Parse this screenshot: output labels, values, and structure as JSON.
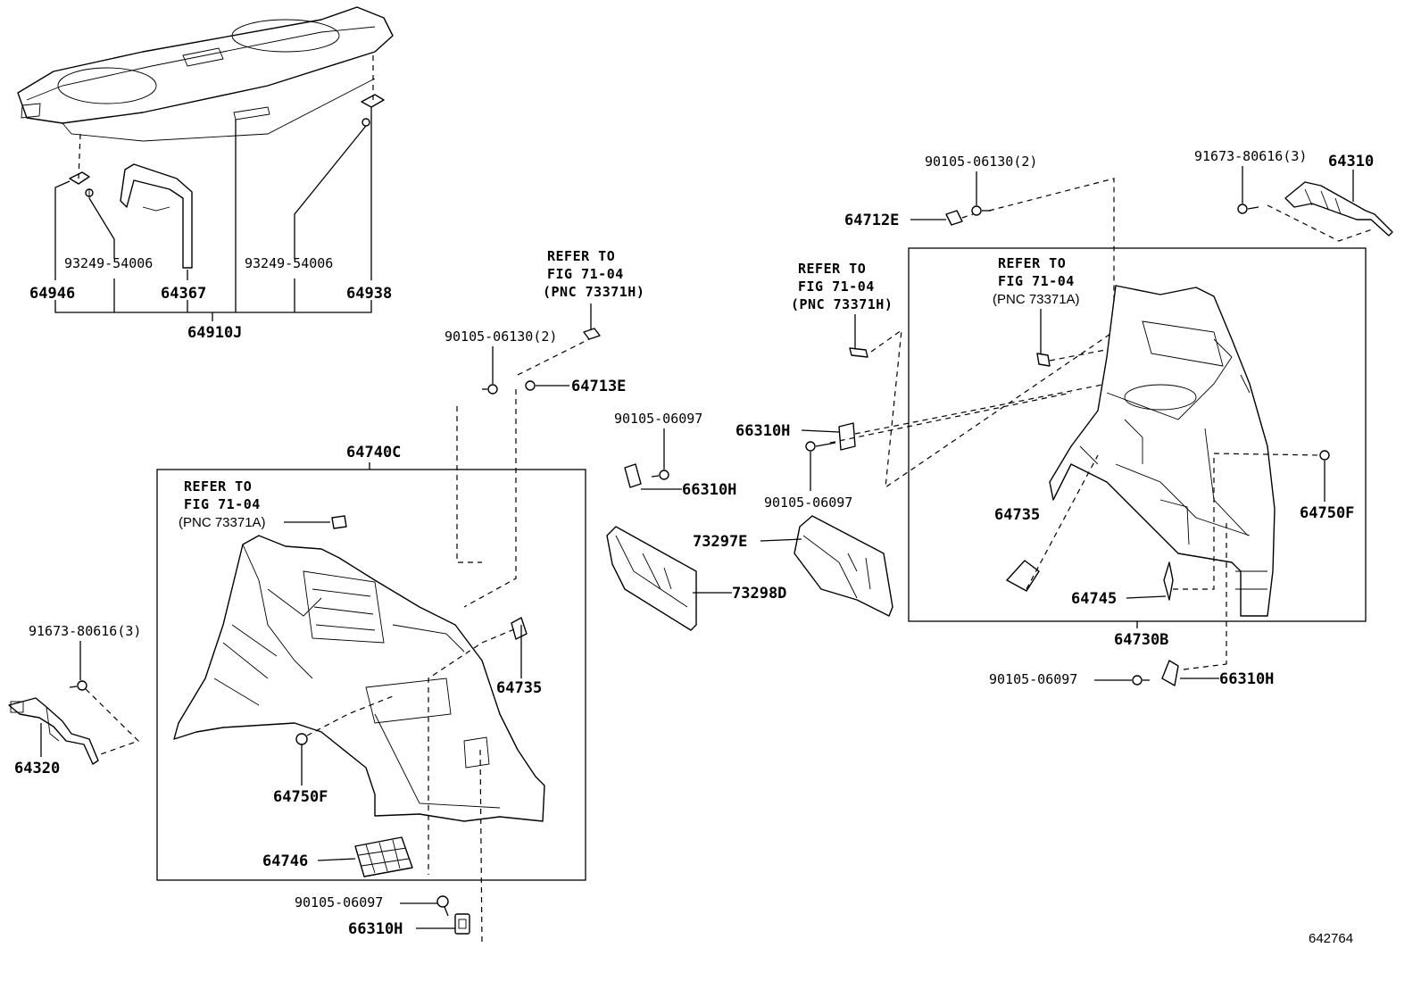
{
  "diagram_id": "642764",
  "tonneau_cover_group": {
    "assembly": "64910J",
    "left_holder": "64946",
    "left_screw": "93249-54006",
    "cover_sub": "64367",
    "right_screw": "93249-54006",
    "right_holder": "64938"
  },
  "left_side_panel": {
    "assembly": "64740C",
    "refer_lines": [
      "REFER TO",
      "FIG 71-04",
      "(PNC 73371A)"
    ],
    "fastener_64750f": "64750F",
    "lid_64735": "64735",
    "cover_64746": "64746",
    "bolt": "90105-06097",
    "bracket": "66310H"
  },
  "left_hook": {
    "screw": "91673-80616(3)",
    "hook": "64320"
  },
  "center_top": {
    "refer_lines": [
      "REFER TO",
      "FIG 71-04",
      "(PNC 73371H)"
    ],
    "screw": "90105-06130(2)",
    "clip": "64713E"
  },
  "center_mid": {
    "bolt": "90105-06097",
    "bracket": "66310H",
    "duct_upper": "73297E",
    "duct_lower": "73298D"
  },
  "right_refer_h": {
    "refer_lines": [
      "REFER TO",
      "FIG 71-04",
      "(PNC 73371H)"
    ],
    "bracket": "66310H",
    "bolt": "90105-06097"
  },
  "right_top": {
    "screw": "90105-06130(2)",
    "clip": "64712E",
    "hook_screw": "91673-80616(3)",
    "hook": "64310"
  },
  "right_side_panel": {
    "assembly": "64730B",
    "refer_lines": [
      "REFER TO",
      "FIG 71-04",
      "(PNC 73371A)"
    ],
    "lid": "64735",
    "fastener": "64750F",
    "cover": "64745",
    "bolt": "90105-06097",
    "bracket": "66310H"
  }
}
